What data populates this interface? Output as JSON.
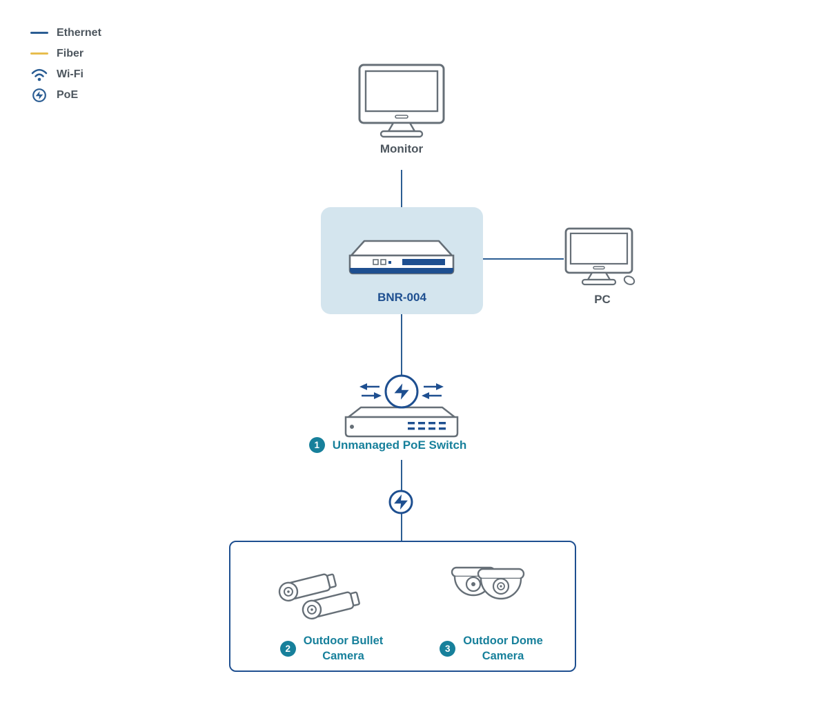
{
  "colors": {
    "ethernet_line": "#2b5d93",
    "fiber_line": "#e7bd4d",
    "teal_accent": "#17809b",
    "navy_accent": "#1e4f90",
    "panel_fill": "#d4e5ee",
    "label_gray": "#4d565e",
    "icon_stroke": "#666f77"
  },
  "legend": {
    "items": [
      {
        "label": "Ethernet",
        "icon": "ethernet-line-swatch"
      },
      {
        "label": "Fiber",
        "icon": "fiber-line-swatch"
      },
      {
        "label": "Wi-Fi",
        "icon": "wifi-icon"
      },
      {
        "label": "PoE",
        "icon": "poe-bolt-icon"
      }
    ]
  },
  "nodes": {
    "monitor": {
      "label": "Monitor",
      "icon": "monitor-icon"
    },
    "nvr": {
      "label": "BNR-004",
      "icon": "nvr-device-icon"
    },
    "pc": {
      "label": "PC",
      "icon": "desktop-pc-icon"
    },
    "poe_switch": {
      "badge": "1",
      "label": "Unmanaged PoE Switch",
      "icon": "poe-switch-icon"
    },
    "bullet_camera": {
      "badge": "2",
      "label_line1": "Outdoor Bullet",
      "label_line2": "Camera",
      "icon": "bullet-cameras-icon"
    },
    "dome_camera": {
      "badge": "3",
      "label_line1": "Outdoor Dome",
      "label_line2": "Camera",
      "icon": "dome-cameras-icon"
    }
  },
  "connections": [
    {
      "from": "monitor",
      "to": "nvr",
      "type": "ethernet"
    },
    {
      "from": "nvr",
      "to": "pc",
      "type": "ethernet"
    },
    {
      "from": "nvr",
      "to": "poe_switch",
      "type": "ethernet"
    },
    {
      "from": "poe_switch",
      "to": "cameras",
      "type": "ethernet-poe"
    }
  ]
}
